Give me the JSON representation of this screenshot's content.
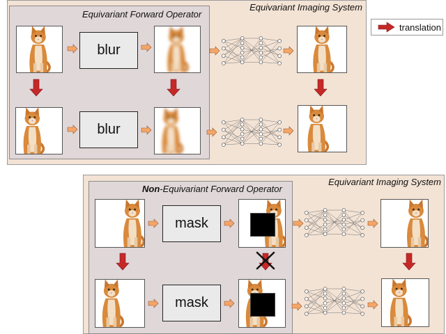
{
  "legend": {
    "label": "translation",
    "arrow_color": "#c62828"
  },
  "top_diagram": {
    "system_title": "Equivariant Imaging System",
    "operator_title": "Equivariant Forward Operator",
    "operator_label": "blur"
  },
  "bottom_diagram": {
    "system_title": "Equivariant Imaging System",
    "operator_title_bold": "Non",
    "operator_title_rest": "-Equivariant Forward Operator",
    "operator_label": "mask"
  },
  "colors": {
    "outer_panel": "#f3e3d5",
    "inner_panel": "#e0d7d9",
    "small_arrow": "#f4a66a",
    "translation_arrow": "#c62828",
    "cat": "#d98a3c"
  }
}
